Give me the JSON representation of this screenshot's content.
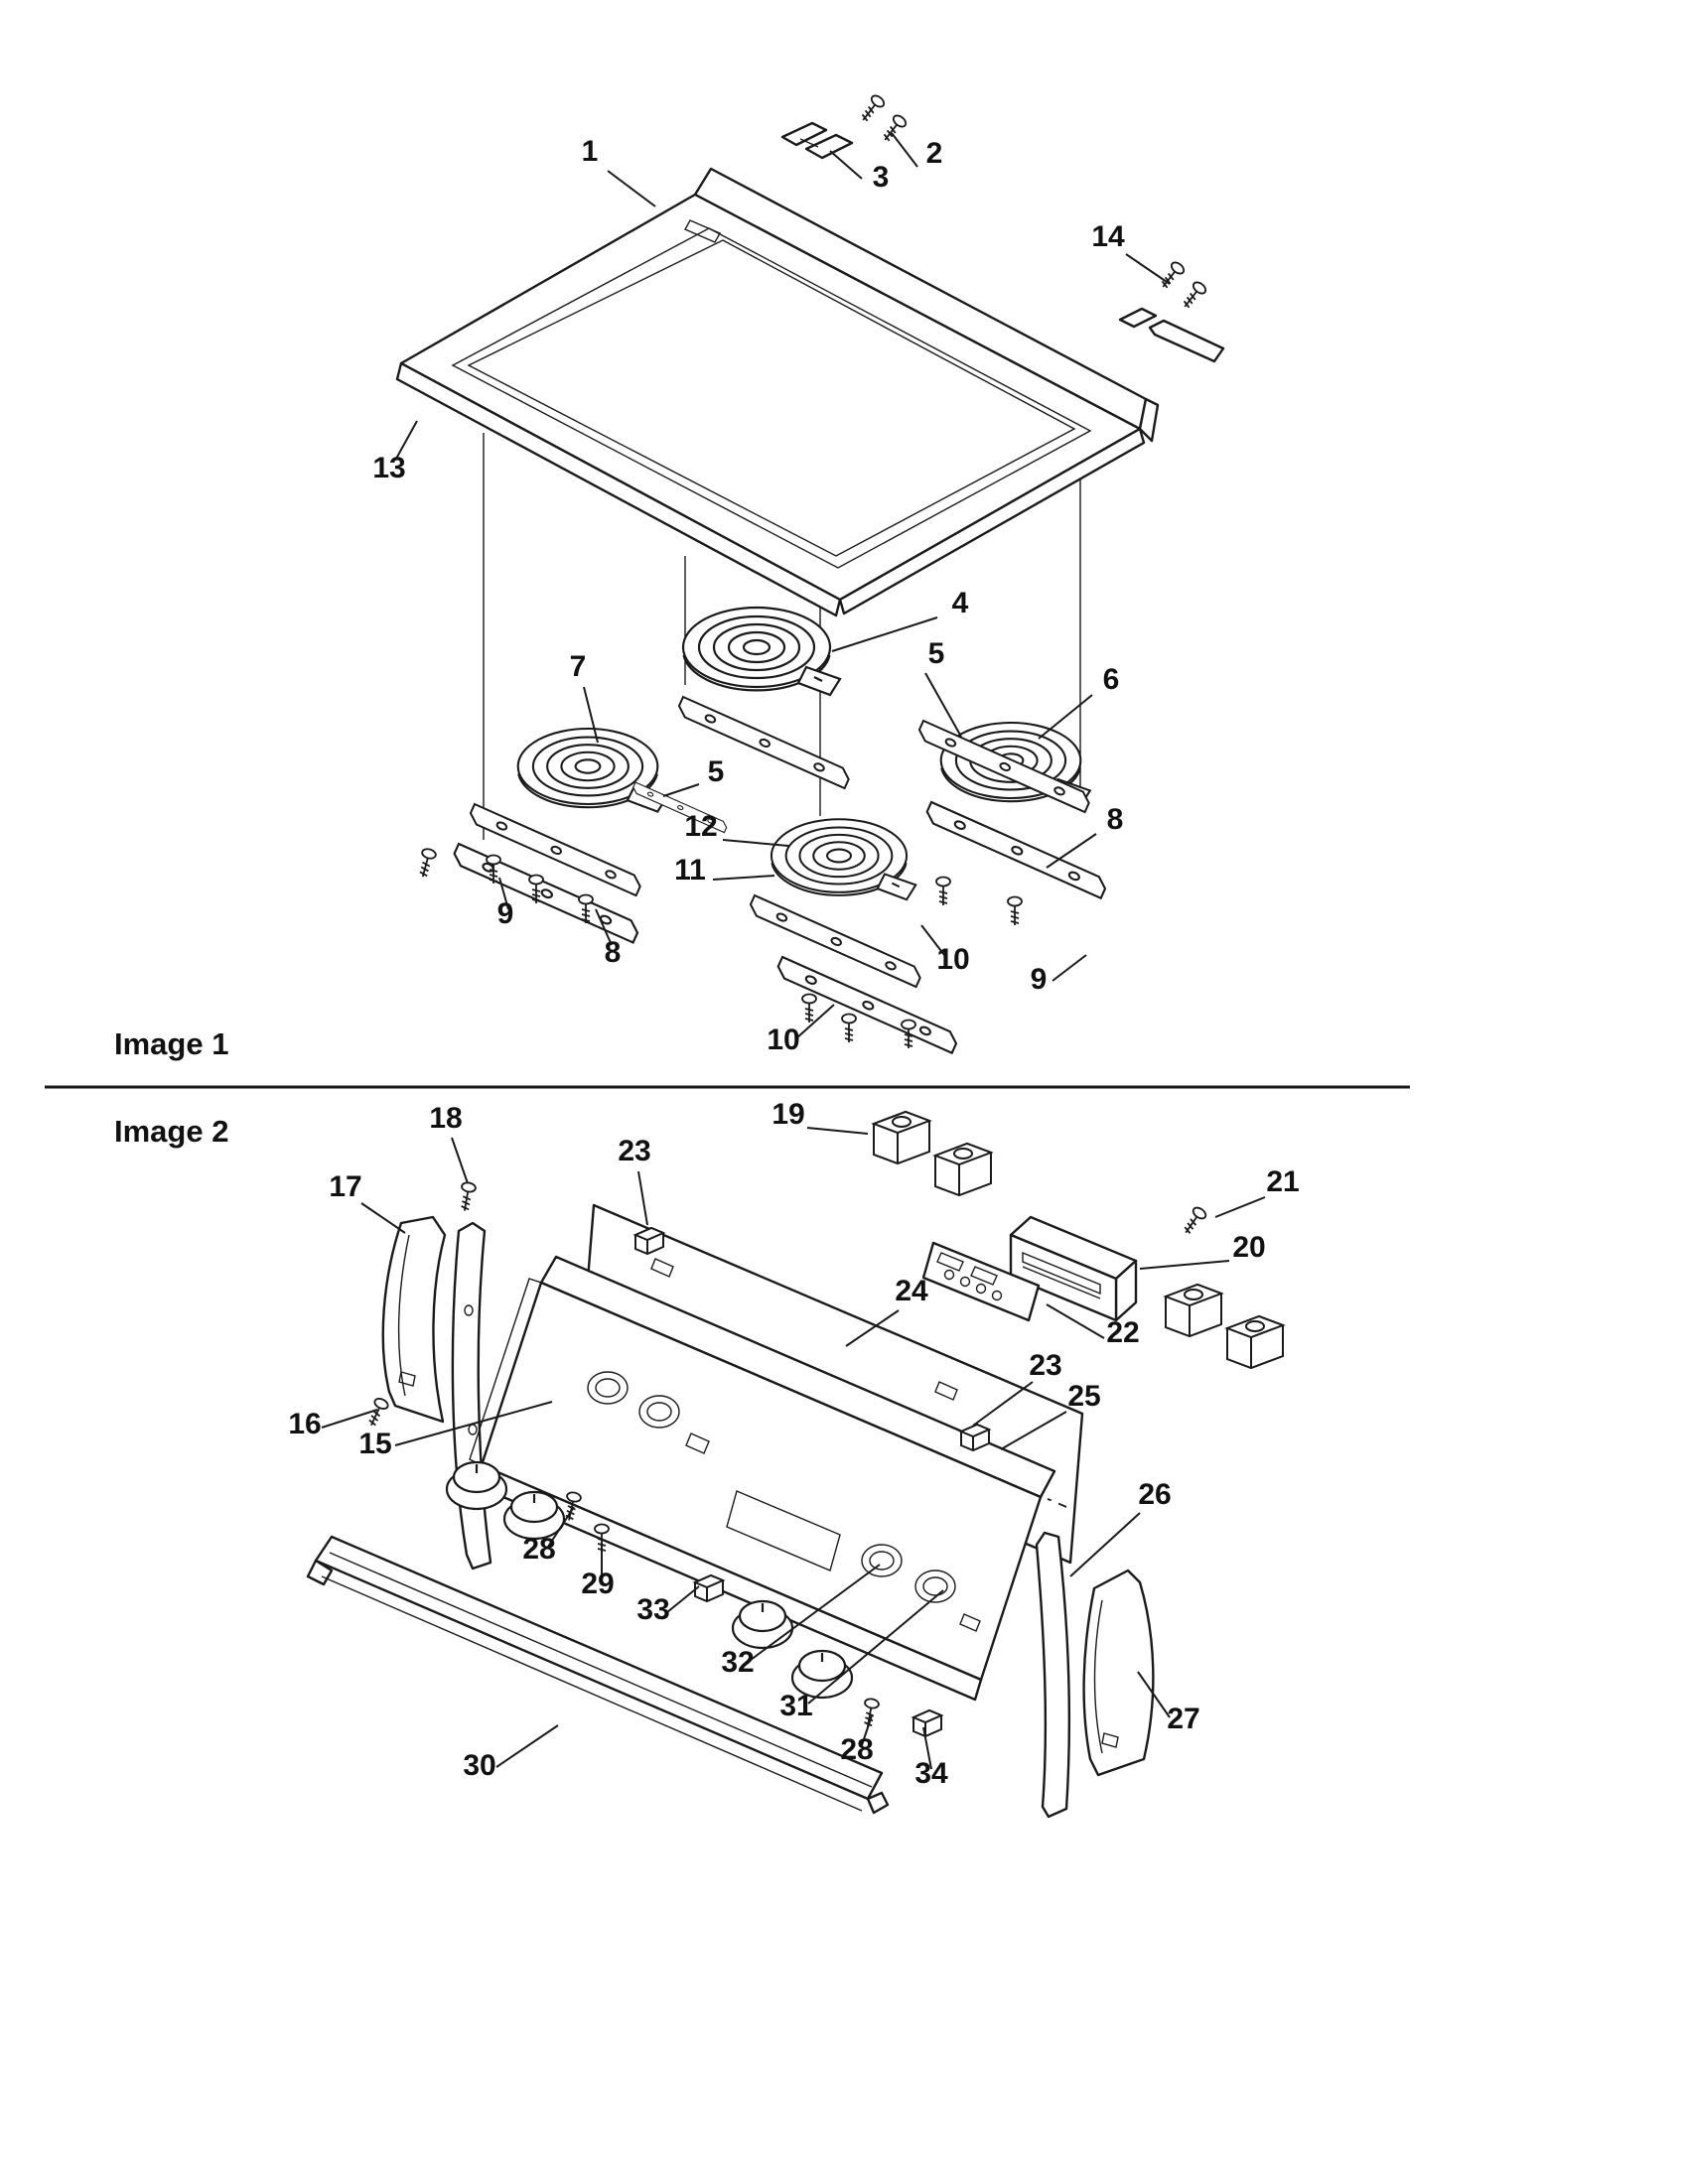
{
  "page": {
    "background": "#ffffff",
    "ink": "#1a1a1a"
  },
  "diagram": {
    "image1": {
      "title": "Image 1",
      "callouts": [
        {
          "label": "1"
        },
        {
          "label": "2"
        },
        {
          "label": "3"
        },
        {
          "label": "14"
        },
        {
          "label": "13"
        },
        {
          "label": "4"
        },
        {
          "label": "5"
        },
        {
          "label": "6"
        },
        {
          "label": "7"
        },
        {
          "label": "5"
        },
        {
          "label": "12"
        },
        {
          "label": "11"
        },
        {
          "label": "8"
        },
        {
          "label": "9"
        },
        {
          "label": "8"
        },
        {
          "label": "10"
        },
        {
          "label": "9"
        },
        {
          "label": "10"
        }
      ]
    },
    "image2": {
      "title": "Image 2",
      "callouts": [
        {
          "label": "18"
        },
        {
          "label": "19"
        },
        {
          "label": "23"
        },
        {
          "label": "17"
        },
        {
          "label": "21"
        },
        {
          "label": "20"
        },
        {
          "label": "22"
        },
        {
          "label": "24"
        },
        {
          "label": "16"
        },
        {
          "label": "15"
        },
        {
          "label": "23"
        },
        {
          "label": "25"
        },
        {
          "label": "26"
        },
        {
          "label": "28"
        },
        {
          "label": "29"
        },
        {
          "label": "33"
        },
        {
          "label": "32"
        },
        {
          "label": "31"
        },
        {
          "label": "28"
        },
        {
          "label": "34"
        },
        {
          "label": "27"
        },
        {
          "label": "30"
        }
      ]
    }
  }
}
